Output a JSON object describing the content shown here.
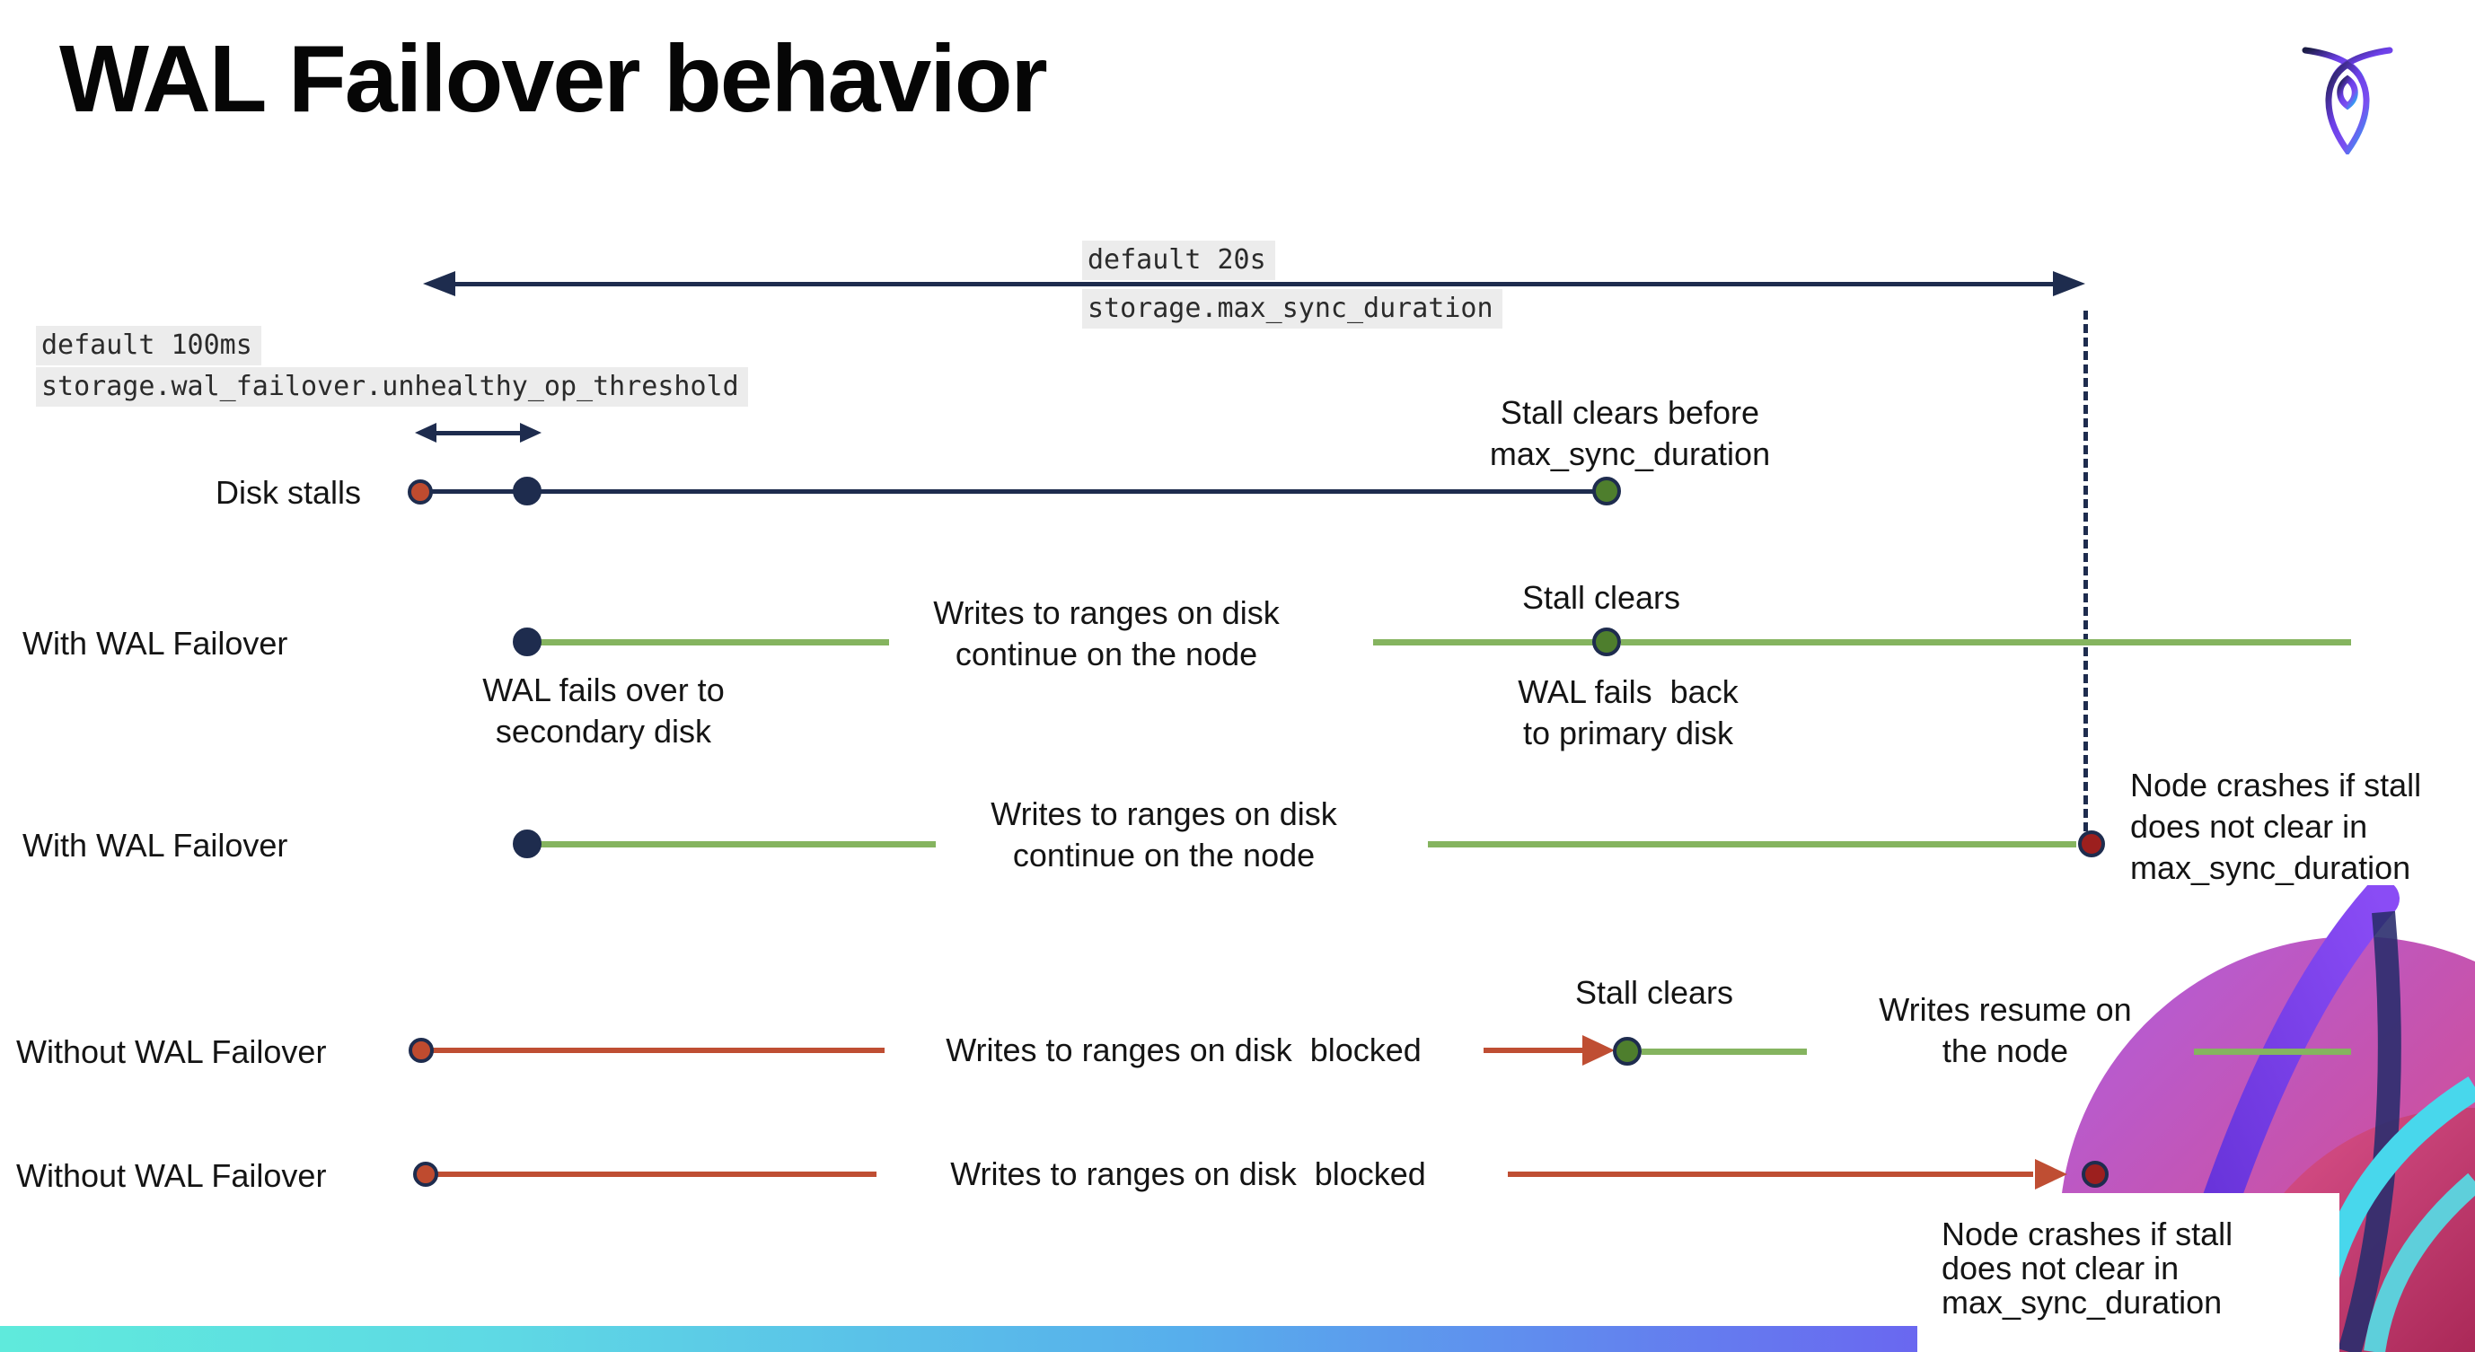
{
  "title": "WAL Failover behavior",
  "icons": {
    "logo": "cockroach-logo",
    "max_sync_span": "double-headed-arrow",
    "threshold_span": "double-headed-arrow"
  },
  "settings_annotations": {
    "max_sync_duration": {
      "default_label": "default 20s",
      "setting_name": "storage.max_sync_duration"
    },
    "unhealthy_op_threshold": {
      "default_label": "default 100ms",
      "setting_name": "storage.wal_failover.unhealthy_op_threshold"
    }
  },
  "rows": {
    "disk_stalls": {
      "label": "Disk stalls"
    },
    "with_wal_1": {
      "label": "With WAL Failover"
    },
    "with_wal_2": {
      "label": "With WAL Failover"
    },
    "without_wal_1": {
      "label": "Without WAL Failover"
    },
    "without_wal_2": {
      "label": "Without WAL Failover"
    }
  },
  "callouts": {
    "stall_clears_before": "Stall clears before\nmax_sync_duration",
    "writes_continue_1": "Writes to ranges on disk\ncontinue on the node",
    "wal_fails_over": "WAL fails over to\nsecondary disk",
    "stall_clears_1": "Stall clears",
    "wal_fails_back": "WAL fails  back\nto primary disk",
    "writes_continue_2": "Writes to ranges on disk\ncontinue on the node",
    "node_crashes_1": "Node crashes if stall\ndoes not clear in\nmax_sync_duration",
    "writes_blocked_1": "Writes to ranges on disk  blocked",
    "stall_clears_2": "Stall clears",
    "writes_resume": "Writes resume on\nthe node",
    "writes_blocked_2": "Writes to ranges on disk  blocked",
    "node_crashes_2": "Node crashes if stall\ndoes not clear in\nmax_sync_duration"
  },
  "colors": {
    "navy": "#1E2C4E",
    "green_line": "#85B45F",
    "green_dot": "#4E7E2D",
    "red_line": "#BF4E33",
    "red_dot": "#BF4B2F",
    "dark_red_dot": "#9C1F1E",
    "code_bg": "#ECECEC",
    "bar_left": "#5FEADC",
    "bar_mid": "#57AEEC",
    "bar_right": "#6B3DF2",
    "text": "#141414"
  }
}
